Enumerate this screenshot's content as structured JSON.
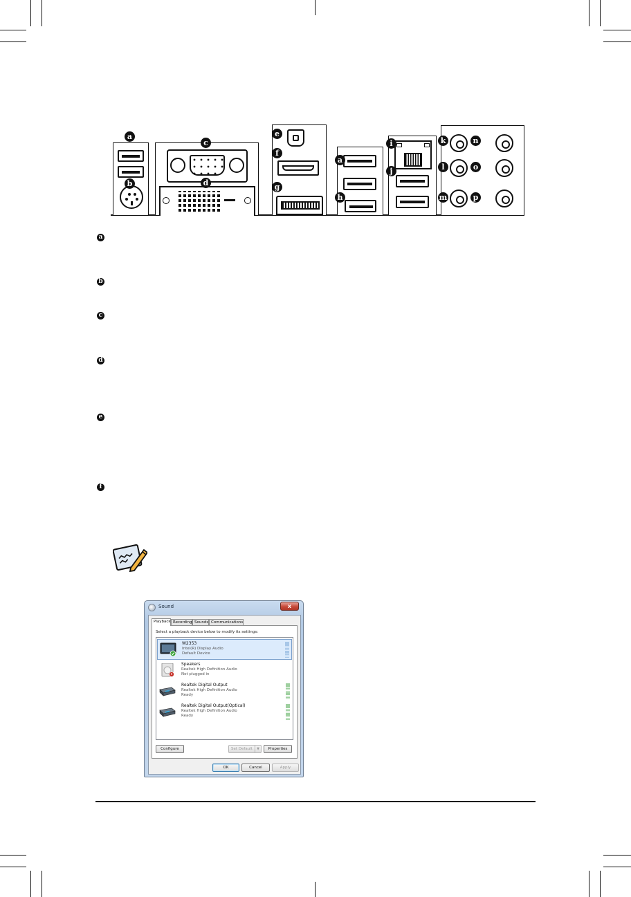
{
  "panel": {
    "letters_left": [
      "a",
      "b",
      "c",
      "d"
    ],
    "letters_mid": [
      "e",
      "f",
      "g"
    ],
    "letters_usb": [
      "a",
      "h"
    ],
    "letters_lan": [
      "i",
      "j"
    ],
    "letters_audio": [
      "k",
      "l",
      "m",
      "n",
      "o",
      "p"
    ]
  },
  "items": [
    "a",
    "b",
    "c",
    "d",
    "e",
    "f"
  ],
  "dialog": {
    "title": "Sound",
    "close_label": "x",
    "tabs": [
      "Playback",
      "Recording",
      "Sounds",
      "Communications"
    ],
    "instruction": "Select a playback device below to modify its settings:",
    "devices": [
      {
        "name": "W2353",
        "line1": "Intel(R) Display Audio",
        "line2": "Default Device",
        "status": "default"
      },
      {
        "name": "Speakers",
        "line1": "Realtek High Definition Audio",
        "line2": "Not plugged in",
        "status": "unplugged"
      },
      {
        "name": "Realtek Digital Output",
        "line1": "Realtek High Definition Audio",
        "line2": "Ready",
        "status": "ready"
      },
      {
        "name": "Realtek Digital Output(Optical)",
        "line1": "Realtek High Definition Audio",
        "line2": "Ready",
        "status": "ready"
      }
    ],
    "buttons": {
      "configure": "Configure",
      "set_default": "Set Default",
      "properties": "Properties",
      "ok": "OK",
      "cancel": "Cancel",
      "apply": "Apply"
    }
  }
}
